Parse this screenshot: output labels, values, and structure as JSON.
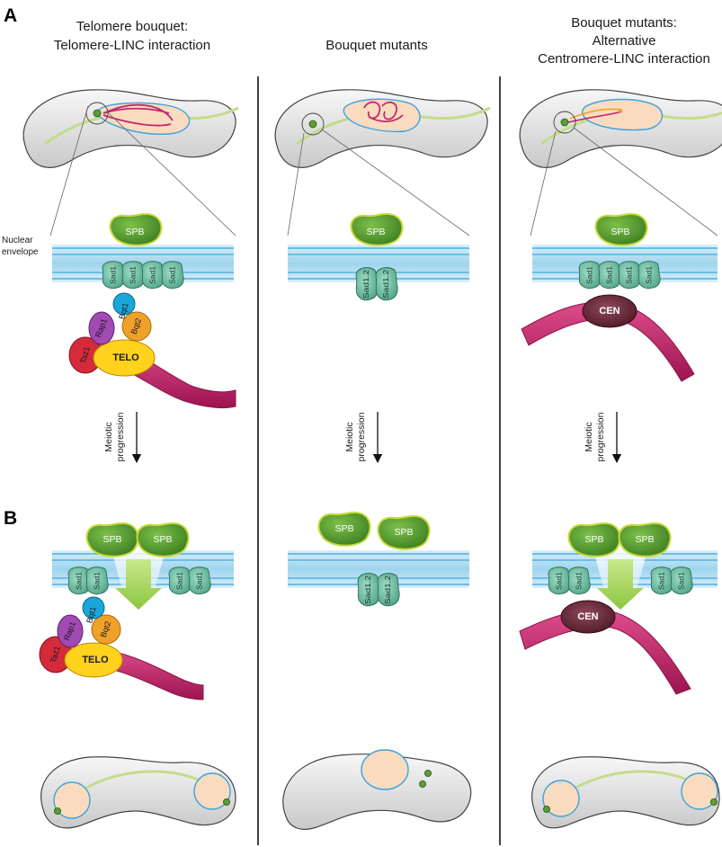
{
  "panels": {
    "a": "A",
    "b": "B"
  },
  "columns": [
    {
      "title_lines": [
        "Telomere bouquet:",
        "Telomere-LINC interaction"
      ]
    },
    {
      "title_lines": [
        "Bouquet mutants"
      ]
    },
    {
      "title_lines": [
        "Bouquet mutants:",
        "Alternative",
        "Centromere-LINC interaction"
      ]
    }
  ],
  "labels": {
    "nuclear_envelope": [
      "Nuclear",
      "envelope"
    ],
    "spb": "SPB",
    "sad1": "Sad1",
    "sad1_2": "Sad1.2",
    "bqt1": "Bqt1",
    "bqt2": "Bqt2",
    "rap1": "Rap1",
    "taz1": "Taz1",
    "telo": "TELO",
    "cen": "CEN",
    "progression": [
      "Meiotic",
      "progression"
    ]
  },
  "colors": {
    "spb_green": "#5a9e35",
    "spb_outline": "#c9d93a",
    "membrane_blue": "#a9dbf2",
    "sad_teal": "#6fbfa4",
    "bqt1_cyan": "#1aa6d8",
    "bqt2_orange": "#f0a12a",
    "rap1_purple": "#a04ab2",
    "taz1_red": "#d42b3a",
    "telo_yellow": "#ffd21e",
    "chromatin_magenta": "#c4286f",
    "cen_dark": "#6a2a3a",
    "arrow_lime": "#9fd24d",
    "nucleus_blue": "#3da3dc",
    "nucleus_fill": "#f9dcc0"
  }
}
